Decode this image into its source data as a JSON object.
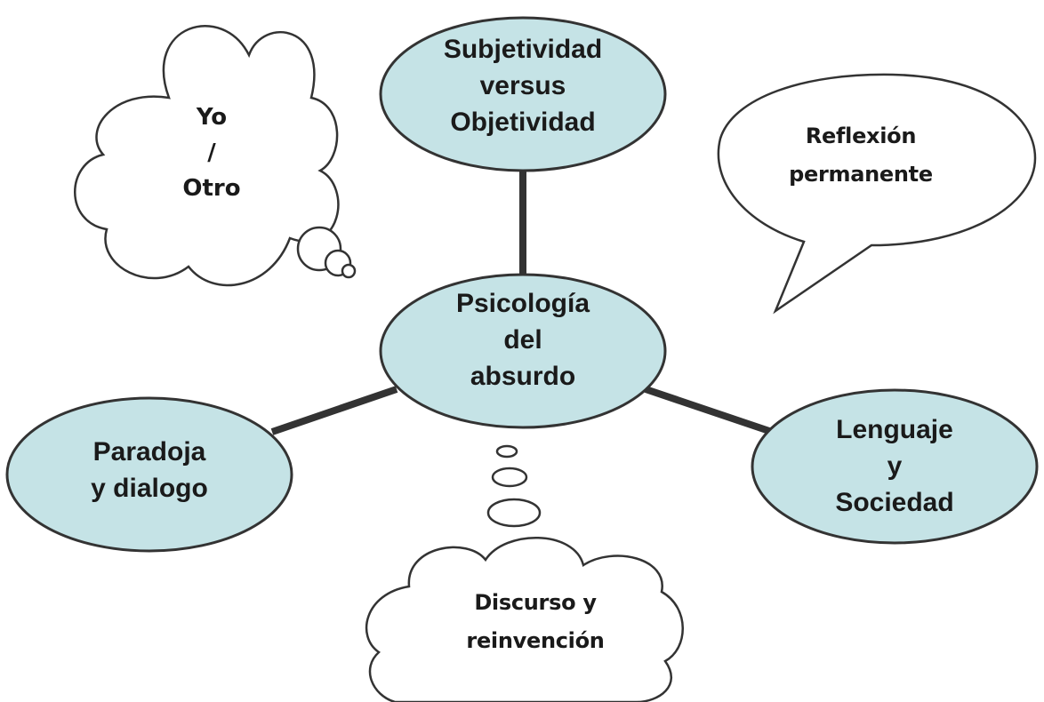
{
  "colors": {
    "ellipse_fill": "#c5e3e6",
    "stroke": "#333333",
    "text": "#1a1a1a",
    "bubble_fill": "#ffffff"
  },
  "center": {
    "lines": [
      "Psicología",
      "del",
      "absurdo"
    ]
  },
  "top": {
    "lines": [
      "Subjetividad",
      "versus",
      "Objetividad"
    ]
  },
  "left": {
    "lines": [
      "Paradoja",
      "y dialogo"
    ]
  },
  "right": {
    "lines": [
      "Lenguaje",
      "y",
      "Sociedad"
    ]
  },
  "thought_cloud_top_left": {
    "lines": [
      "Yo",
      "/",
      "Otro"
    ]
  },
  "speech_bubble_right": {
    "lines": [
      "Reflexión",
      "permanente"
    ]
  },
  "thought_cloud_bottom": {
    "lines": [
      "Discurso y",
      "reinvención"
    ]
  }
}
